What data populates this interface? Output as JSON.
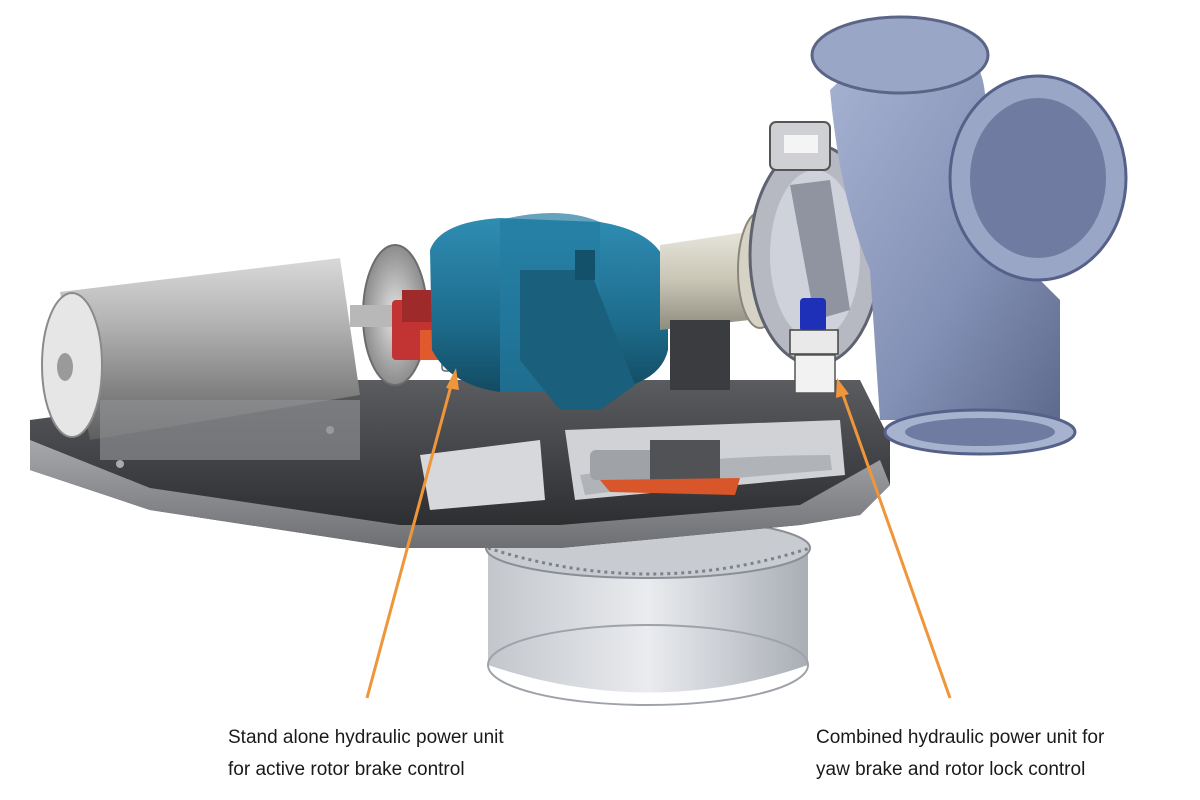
{
  "callouts": {
    "left": {
      "line1": "Stand alone hydraulic power unit",
      "line2": "for active rotor brake control"
    },
    "right": {
      "line1": "Combined hydraulic power unit for",
      "line2": "yaw brake and rotor lock control"
    }
  },
  "colors": {
    "arrow": "#f0963a",
    "gearbox": "#1d6c8c",
    "hub": "#8a98bc",
    "frame": "#3e3f42"
  },
  "icons": {
    "arrow": "arrow-pointer-icon"
  }
}
